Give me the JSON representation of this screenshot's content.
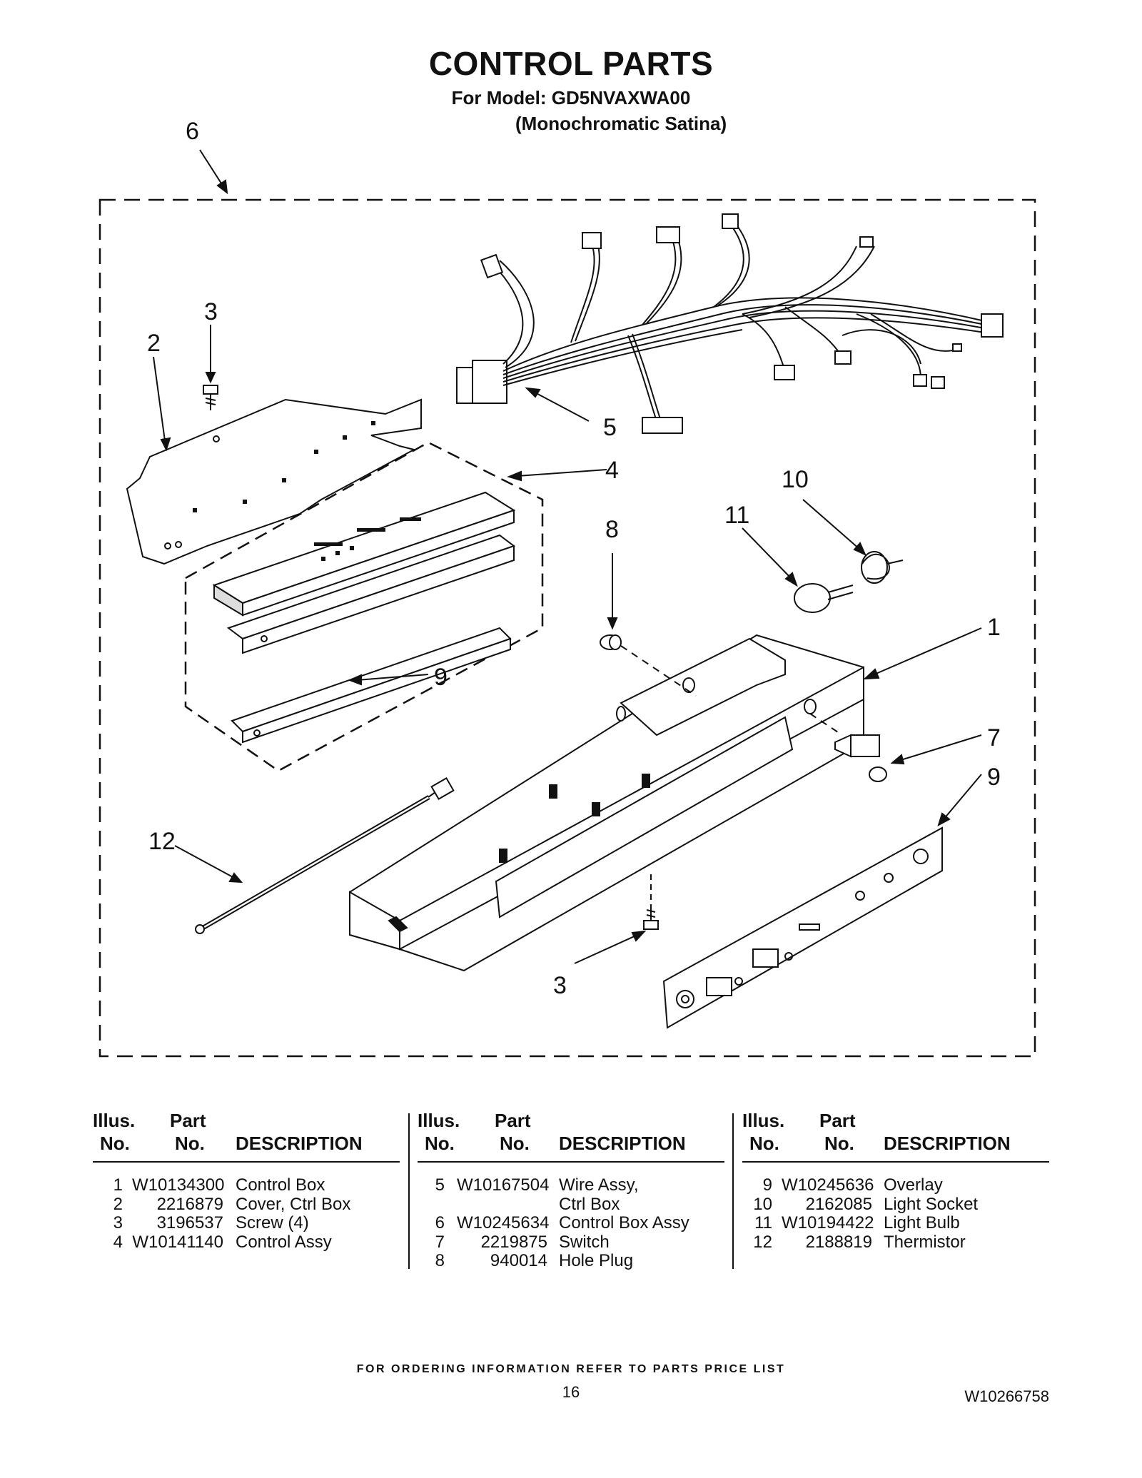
{
  "header": {
    "title": "CONTROL PARTS",
    "model_line": "For Model: GD5NVAXWA00",
    "variant": "(Monochromatic Satina)"
  },
  "callouts": {
    "c6": "6",
    "c3a": "3",
    "c2": "2",
    "c5": "5",
    "c4": "4",
    "c10": "10",
    "c11": "11",
    "c8": "8",
    "c1": "1",
    "c9a": "9",
    "c7": "7",
    "c9b": "9",
    "c12": "12",
    "c3b": "3"
  },
  "table": {
    "headers": {
      "illus_top": "Illus.",
      "illus_bottom": "No.",
      "part_top": "Part",
      "part_bottom": "No.",
      "description": "DESCRIPTION"
    },
    "columns": [
      [
        {
          "illus": "1",
          "part": "W10134300",
          "desc": "Control Box"
        },
        {
          "illus": "2",
          "part": "2216879",
          "desc": "Cover, Ctrl Box"
        },
        {
          "illus": "3",
          "part": "3196537",
          "desc": "Screw (4)"
        },
        {
          "illus": "4",
          "part": "W10141140",
          "desc": "Control Assy"
        }
      ],
      [
        {
          "illus": "5",
          "part": "W10167504",
          "desc": "Wire Assy,"
        },
        {
          "illus": "",
          "part": "",
          "desc": "Ctrl Box"
        },
        {
          "illus": "6",
          "part": "W10245634",
          "desc": "Control Box Assy"
        },
        {
          "illus": "7",
          "part": "2219875",
          "desc": "Switch"
        },
        {
          "illus": "8",
          "part": "940014",
          "desc": "Hole Plug"
        }
      ],
      [
        {
          "illus": "9",
          "part": "W10245636",
          "desc": "Overlay"
        },
        {
          "illus": "10",
          "part": "2162085",
          "desc": "Light Socket"
        },
        {
          "illus": "11",
          "part": "W10194422",
          "desc": "Light Bulb"
        },
        {
          "illus": "12",
          "part": "2188819",
          "desc": "Thermistor"
        }
      ]
    ]
  },
  "footer": {
    "note": "FOR ORDERING INFORMATION REFER TO PARTS PRICE LIST",
    "page": "16",
    "doc_number": "W10266758"
  }
}
